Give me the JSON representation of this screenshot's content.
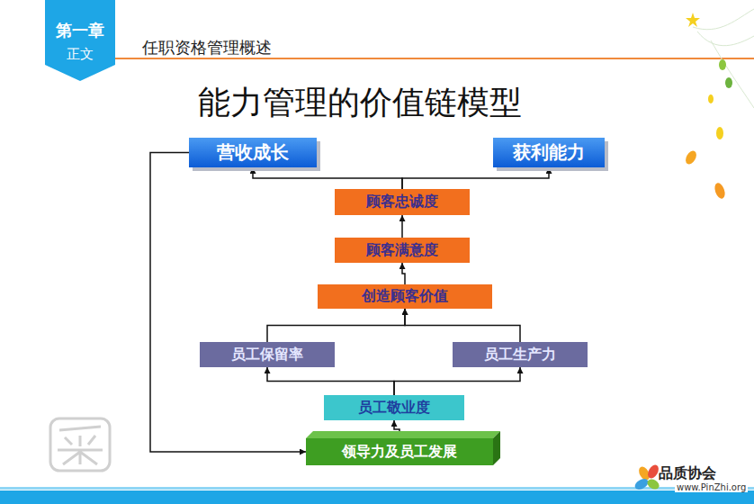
{
  "diagram": {
    "title": "能力管理的价值链模型",
    "nodes": [
      {
        "text": [
          "第一章",
          "正文"
        ]
      },
      {
        "text": [
          "营收成长"
        ]
      },
      {
        "text": [
          "获利能力"
        ]
      },
      {
        "text": [
          "顾客忠诚度"
        ]
      },
      {
        "text": [
          "顾客满意度"
        ]
      },
      {
        "text": [
          "创造顾客价值"
        ]
      },
      {
        "text": [
          "员工保留率"
        ]
      },
      {
        "text": [
          "员工生产力"
        ]
      },
      {
        "text": [
          "员工敬业度"
        ]
      },
      {
        "text": [
          "领导力及员工发展"
        ]
      }
    ],
    "edges": [
      {
        "from": 3,
        "to": 1,
        "arrow": "to"
      },
      {
        "from": 3,
        "to": 2,
        "arrow": "to"
      },
      {
        "from": 4,
        "to": 3,
        "arrow": "to"
      },
      {
        "from": 5,
        "to": 4,
        "arrow": "to"
      },
      {
        "from": 6,
        "to": 5,
        "arrow": "to"
      },
      {
        "from": 7,
        "to": 5,
        "arrow": "to"
      },
      {
        "from": 8,
        "to": 6,
        "arrow": "to"
      },
      {
        "from": 8,
        "to": 7,
        "arrow": "to"
      },
      {
        "from": 9,
        "to": 8,
        "arrow": "to"
      },
      {
        "from": 1,
        "to": 9,
        "arrow": "to"
      }
    ],
    "labels": [
      "任职资格管理概述",
      "品质协会",
      "www.PinZhi.org"
    ]
  }
}
